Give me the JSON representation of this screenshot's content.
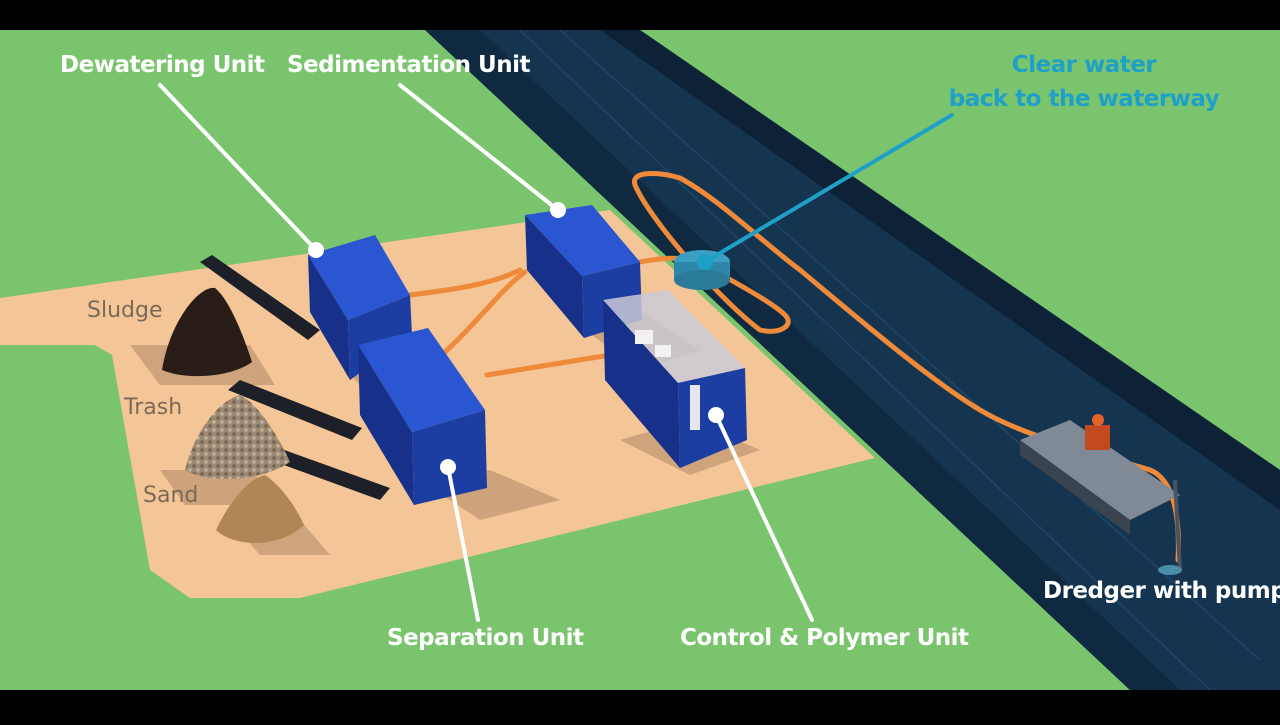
{
  "labels": {
    "dewatering": "Dewatering Unit",
    "sedimentation": "Sedimentation Unit",
    "clear_water_line1": "Clear water",
    "clear_water_line2": "back to the waterway",
    "separation": "Separation Unit",
    "control_polymer": "Control & Polymer Unit",
    "dredger": "Dredger with pump"
  },
  "piles": {
    "sludge": "Sludge",
    "trash": "Trash",
    "sand": "Sand"
  },
  "colors": {
    "grass": "#7bc46e",
    "pad": "#f3c597",
    "water": "#14344f",
    "container": "#1c3ea3",
    "pipe": "#ee8a3a",
    "callout_line": "#ffffff",
    "clear_water_text": "#1fa0c8"
  }
}
